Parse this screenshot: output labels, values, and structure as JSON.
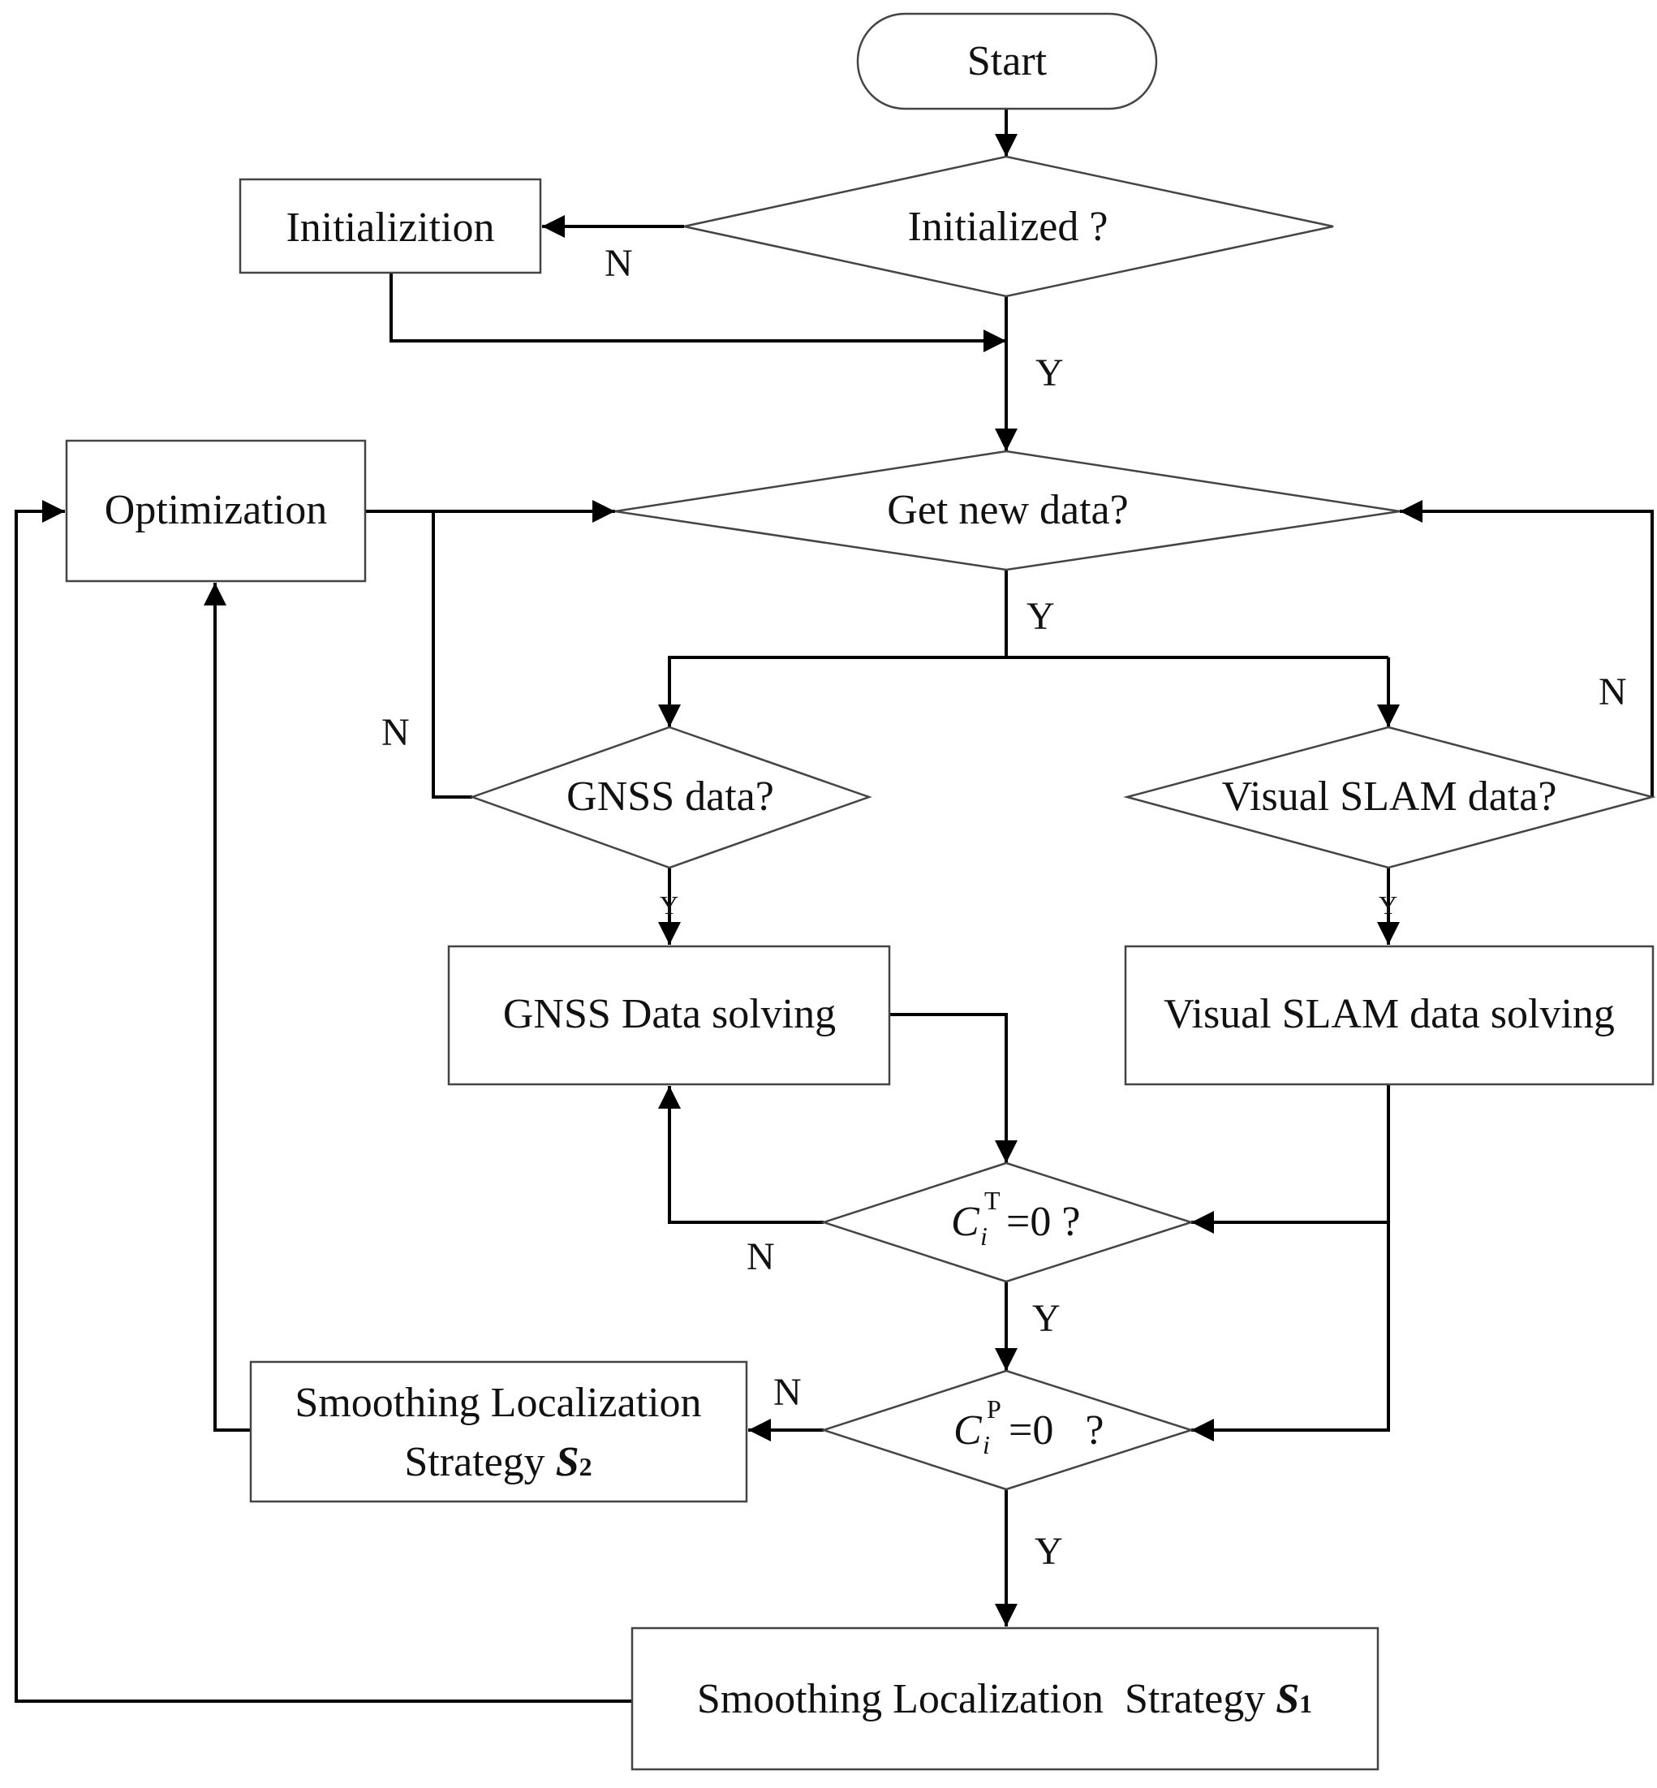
{
  "nodes": {
    "start": "Start",
    "initialized_q": "Initialized ?",
    "initializition": "Initializition",
    "optimization": "Optimization",
    "get_new_data_q": "Get new data?",
    "gnss_data_q": "GNSS data?",
    "visual_slam_data_q": "Visual SLAM data?",
    "gnss_data_solving": "GNSS Data solving",
    "visual_slam_data_solving": "Visual SLAM data solving",
    "ct_check": {
      "var": "C",
      "sup": "T",
      "sub": "i",
      "rest": "=0 ?"
    },
    "cp_check": {
      "var": "C",
      "sup": "P",
      "sub": "i",
      "rest": "=0   ?"
    },
    "s2": {
      "line1": "Smoothing Localization",
      "line2_prefix": "Strategy ",
      "sym": "S",
      "num": "2"
    },
    "s1": {
      "prefix": "Smoothing Localization  Strategy ",
      "sym": "S",
      "num": "1"
    }
  },
  "edge_labels": {
    "initialized_no": "N",
    "initialized_yes": "Y",
    "new_data_yes": "Y",
    "gnss_no": "N",
    "gnss_yes": "Y",
    "visual_no": "N",
    "visual_yes": "Y",
    "ct_no": "N",
    "ct_yes": "Y",
    "cp_no": "N",
    "cp_yes": "Y"
  }
}
